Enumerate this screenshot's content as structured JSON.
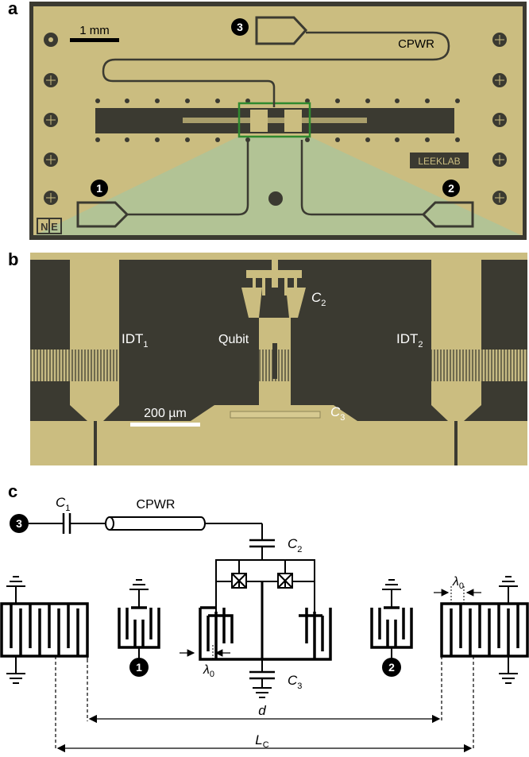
{
  "panels": {
    "a": {
      "label": "a",
      "scale_bar": "1 mm",
      "cpwr": "CPWR",
      "lab": "LEEKLAB",
      "corner_mark": "N E",
      "port1": "1",
      "port2": "2",
      "port3": "3"
    },
    "b": {
      "label": "b",
      "idt1": "IDT",
      "idt1_sub": "1",
      "idt2": "IDT",
      "idt2_sub": "2",
      "qubit": "Qubit",
      "c2": "C",
      "c2_sub": "2",
      "c3": "C",
      "c3_sub": "3",
      "scale_bar": "200 µm"
    },
    "c": {
      "label": "c",
      "c1": "C",
      "c1_sub": "1",
      "cpwr": "CPWR",
      "c2": "C",
      "c2_sub": "2",
      "c3": "C",
      "c3_sub": "3",
      "lambda": "λ",
      "lambda_sub": "0",
      "d": "d",
      "lc": "L",
      "lc_sub": "C",
      "port1": "1",
      "port2": "2",
      "port3": "3"
    }
  },
  "colors": {
    "chip_gold": "#cbbd80",
    "chip_dark": "#3b3a31",
    "highlight_green": "#2f8a2f",
    "zoom_fill": "#9fc9a6"
  }
}
